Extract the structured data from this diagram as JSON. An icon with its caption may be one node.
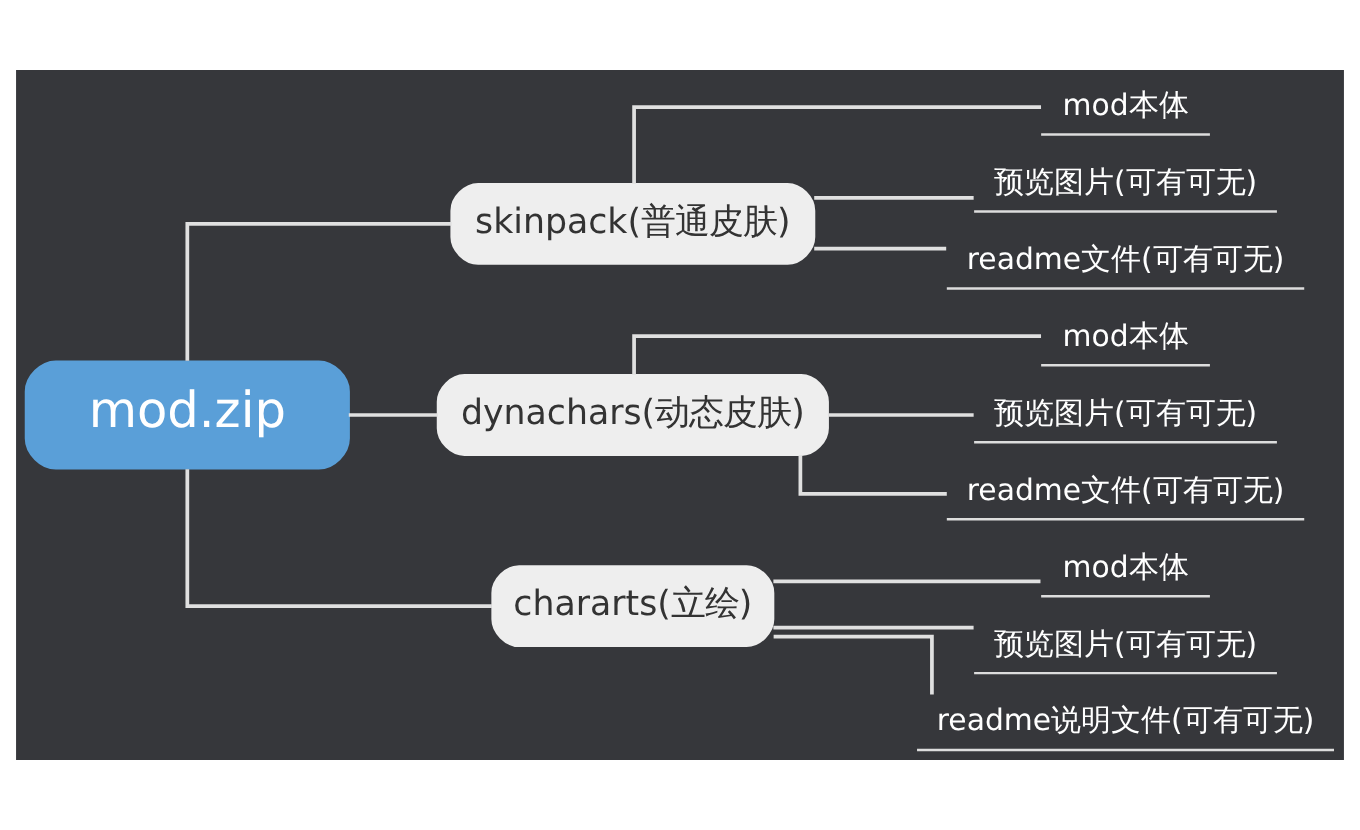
{
  "diagram": {
    "nodes": [
      {
        "text": [
          "mod.zip"
        ]
      },
      {
        "text": [
          "skinpack(普通皮肤)"
        ]
      },
      {
        "text": [
          "mod本体"
        ]
      },
      {
        "text": [
          "预览图片(可有可无)"
        ]
      },
      {
        "text": [
          "readme文件(可有可无)"
        ]
      },
      {
        "text": [
          "dynachars(动态皮肤)"
        ]
      },
      {
        "text": [
          "mod本体"
        ]
      },
      {
        "text": [
          "预览图片(可有可无)"
        ]
      },
      {
        "text": [
          "readme文件(可有可无)"
        ]
      },
      {
        "text": [
          "chararts(立绘)"
        ]
      },
      {
        "text": [
          "mod本体"
        ]
      },
      {
        "text": [
          "预览图片(可有可无)"
        ]
      },
      {
        "text": [
          "readme说明文件(可有可无)"
        ]
      }
    ],
    "edges": [
      {
        "from": 0,
        "to": 1,
        "arrow": "none"
      },
      {
        "from": 1,
        "to": 2,
        "arrow": "none"
      },
      {
        "from": 1,
        "to": 3,
        "arrow": "none"
      },
      {
        "from": 1,
        "to": 4,
        "arrow": "none"
      },
      {
        "from": 0,
        "to": 5,
        "arrow": "none"
      },
      {
        "from": 5,
        "to": 6,
        "arrow": "none"
      },
      {
        "from": 5,
        "to": 7,
        "arrow": "none"
      },
      {
        "from": 5,
        "to": 8,
        "arrow": "none"
      },
      {
        "from": 0,
        "to": 9,
        "arrow": "none"
      },
      {
        "from": 9,
        "to": 10,
        "arrow": "none"
      },
      {
        "from": 9,
        "to": 11,
        "arrow": "none"
      },
      {
        "from": 9,
        "to": 12,
        "arrow": "none"
      }
    ]
  }
}
